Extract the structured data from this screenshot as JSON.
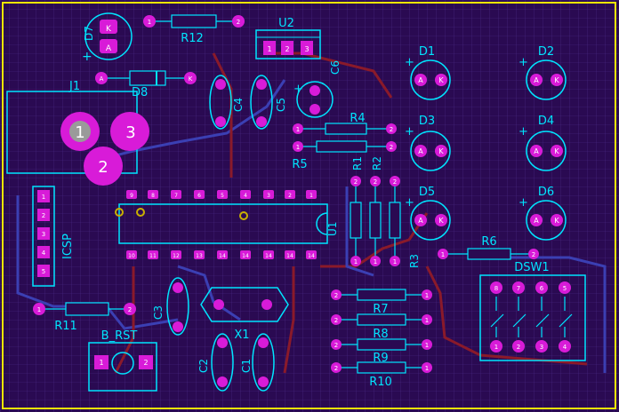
{
  "colors": {
    "background": "#2a0a52",
    "grid": "#4b2a86",
    "outline": "#00e5ff",
    "pad": "#d81bd8",
    "pad_hole": "#ffffff",
    "trace_red": "#8a1a2a",
    "trace_blue": "#3b3fb3",
    "board_border": "#f2e600"
  },
  "labels": {
    "d7": "D7",
    "r12": "R12",
    "u2": "U2",
    "c6": "C6",
    "j1": "J1",
    "d8": "D8",
    "c4": "C4",
    "c5": "C5",
    "d1": "D1",
    "d2": "D2",
    "d3": "D3",
    "d4": "D4",
    "d5": "D5",
    "d6": "D6",
    "r4": "R4",
    "r5": "R5",
    "r1": "R1",
    "r2": "R2",
    "r3": "R3",
    "r6": "R6",
    "u1": "U1",
    "icsp": "ICSP",
    "dsw1": "DSW1",
    "r11": "R11",
    "b_rst": "B_RST",
    "c3": "C3",
    "x1": "X1",
    "c2": "C2",
    "c1": "C1",
    "r7": "R7",
    "r8": "R8",
    "r9": "R9",
    "r10": "R10"
  },
  "pads": {
    "one": "1",
    "two": "2",
    "three": "3",
    "four": "4",
    "five": "5",
    "six": "6",
    "seven": "7",
    "eight": "8",
    "nine": "9",
    "ten": "10",
    "eleven": "11",
    "twelve": "12",
    "thirteen": "13",
    "fourteen": "14",
    "anode": "A",
    "cathode": "K",
    "plus": "+"
  }
}
